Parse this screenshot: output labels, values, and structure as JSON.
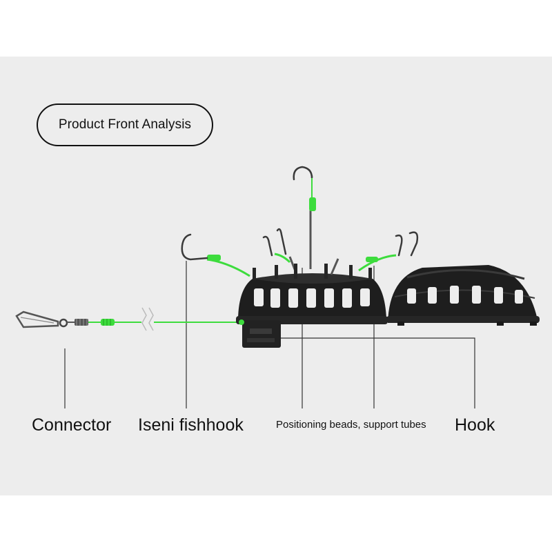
{
  "title": "Product Front Analysis",
  "labels": {
    "connector": "Connector",
    "iseni_fishhook": "Iseni fishhook",
    "positioning": "Positioning beads, support tubes",
    "hook": "Hook"
  },
  "colors": {
    "background": "#ededed",
    "line_green": "#3ddc3d",
    "product_black": "#1e1e1e",
    "text": "#111111"
  }
}
